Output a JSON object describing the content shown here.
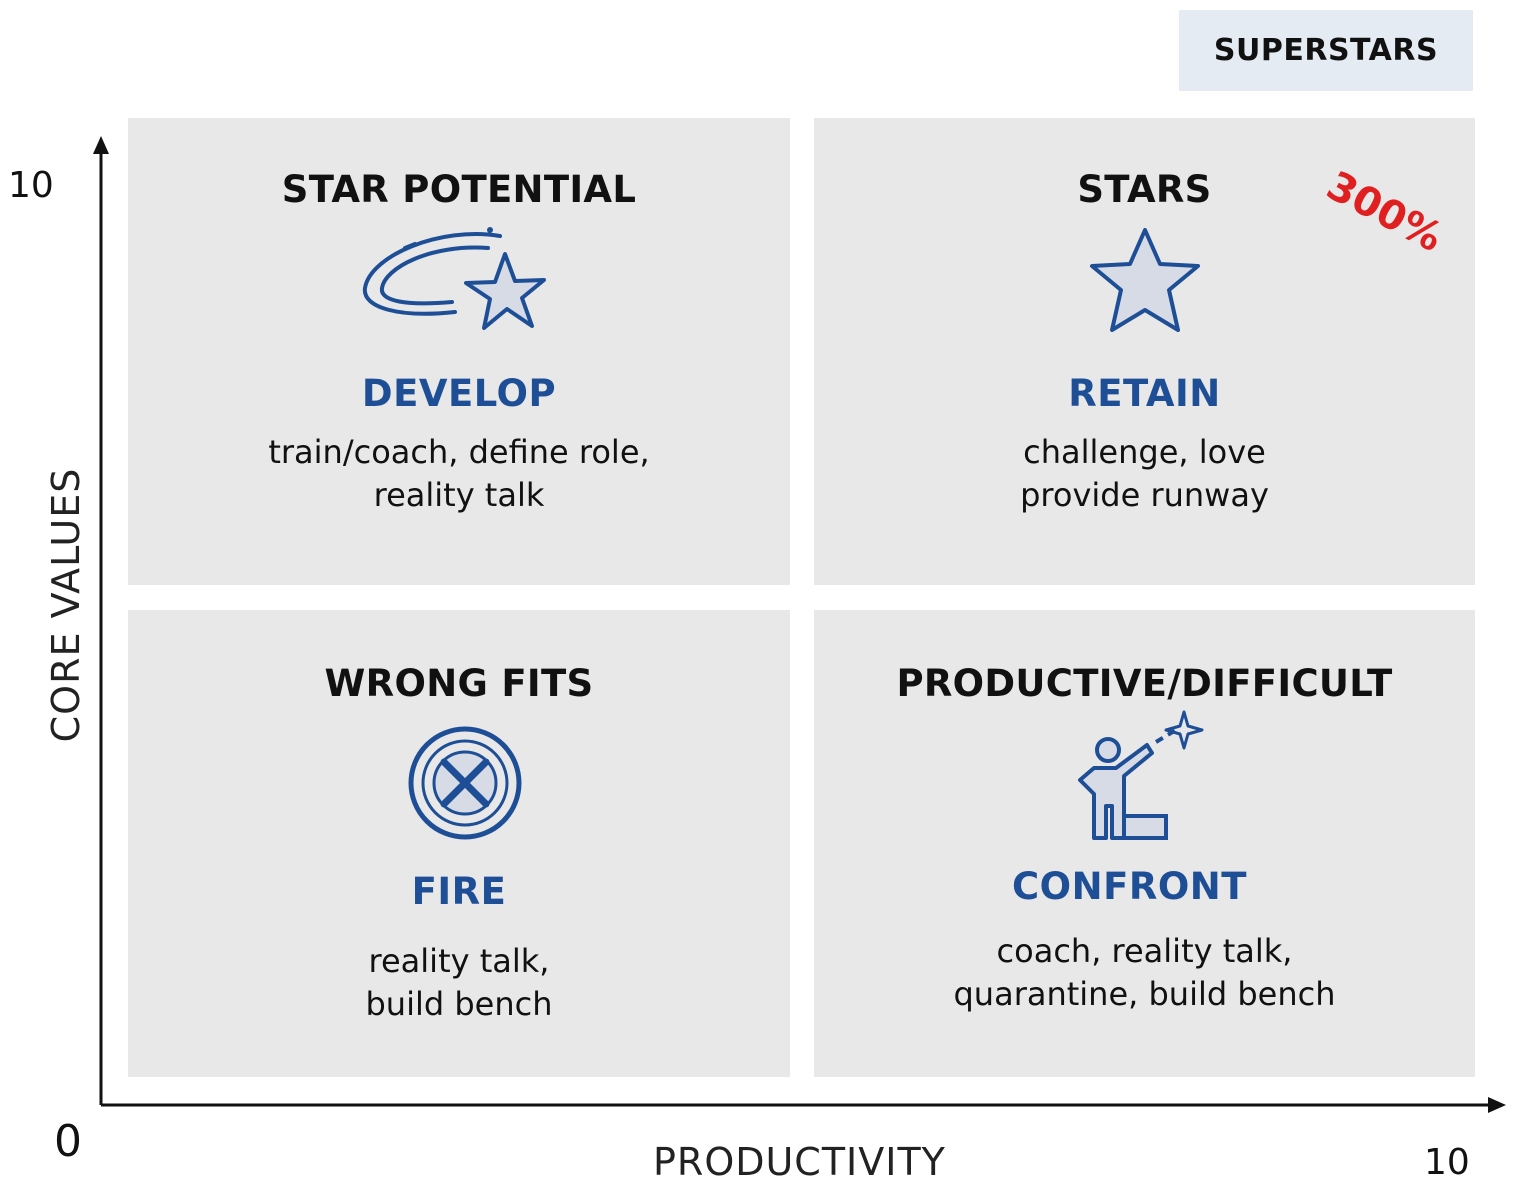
{
  "badge": {
    "label": "SUPERSTARS"
  },
  "highlight": {
    "label": "300%",
    "color": "#e02020"
  },
  "axes": {
    "x_label": "PRODUCTIVITY",
    "y_label": "CORE VALUES",
    "origin": "0",
    "x_max": "10",
    "y_max": "10"
  },
  "colors": {
    "accent": "#1e4f96",
    "quadrant_bg": "#e8e8e8",
    "badge_bg": "#e5ebf3"
  },
  "quadrants": [
    {
      "title": "STAR POTENTIAL",
      "action": "DEVELOP",
      "desc": "train/coach, define role,\nreality talk",
      "icon": "shooting-star-icon"
    },
    {
      "title": "STARS",
      "action": "RETAIN",
      "desc": "challenge, love\nprovide runway",
      "icon": "star-icon"
    },
    {
      "title": "WRONG FITS",
      "action": "FIRE",
      "desc": "reality talk,\nbuild bench",
      "icon": "x-circle-icon"
    },
    {
      "title": "PRODUCTIVE/DIFFICULT",
      "action": "CONFRONT",
      "desc": "coach, reality talk,\nquarantine,  build bench",
      "icon": "person-reaching-star-icon"
    }
  ]
}
